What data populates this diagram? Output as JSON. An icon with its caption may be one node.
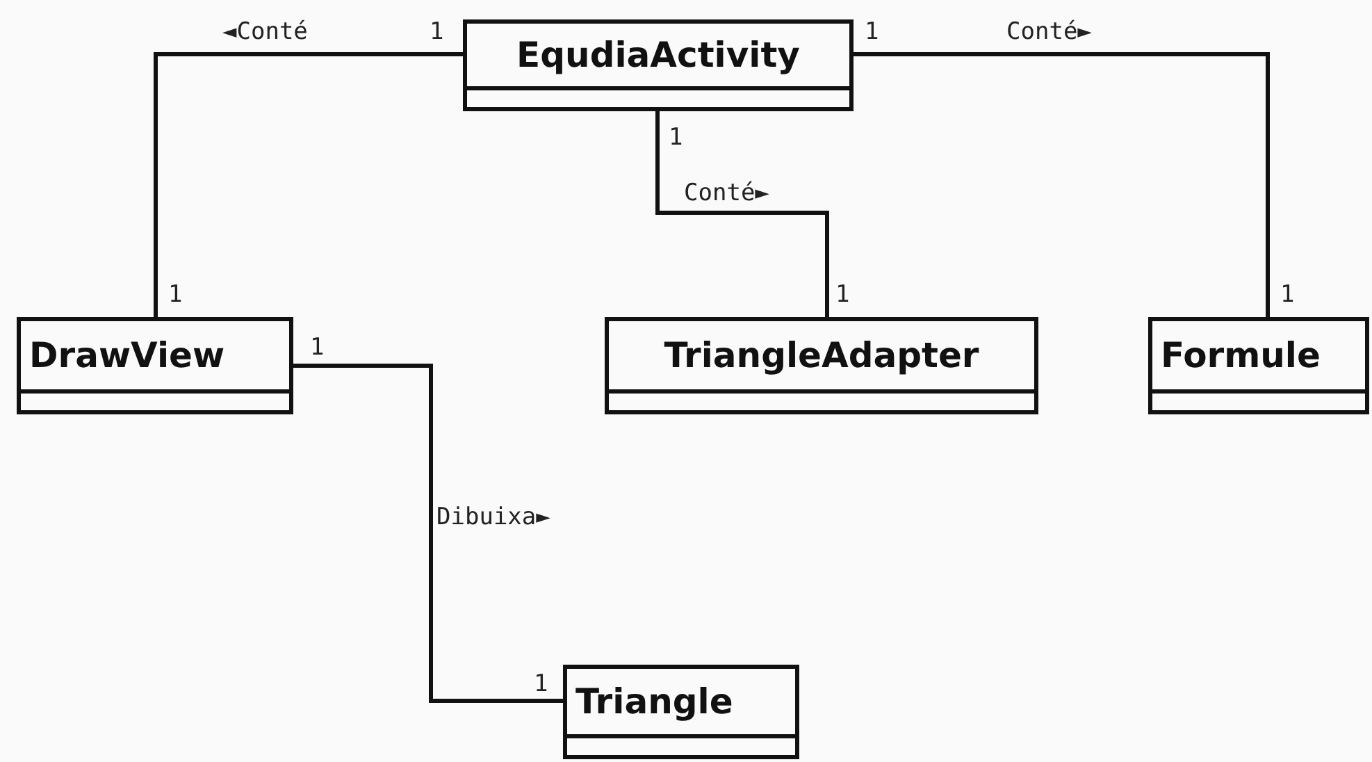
{
  "diagram": {
    "nodes": [
      {
        "text": [
          "EqudiaActivity"
        ]
      },
      {
        "text": [
          "DrawView"
        ]
      },
      {
        "text": [
          "TriangleAdapter"
        ]
      },
      {
        "text": [
          "Formule"
        ]
      },
      {
        "text": [
          "Triangle"
        ]
      }
    ],
    "edges": [
      {
        "from": 0,
        "to": 1,
        "arrow": "none",
        "label": "◄Conté"
      },
      {
        "from": 0,
        "to": 3,
        "arrow": "none",
        "label": "Conté►"
      },
      {
        "from": 0,
        "to": 2,
        "arrow": "none",
        "label": "Conté►"
      },
      {
        "from": 1,
        "to": 4,
        "arrow": "none",
        "label": "Dibuixa►"
      }
    ],
    "labels": [
      "1",
      "1",
      "1",
      "1",
      "1",
      "1",
      "1",
      "1"
    ]
  }
}
